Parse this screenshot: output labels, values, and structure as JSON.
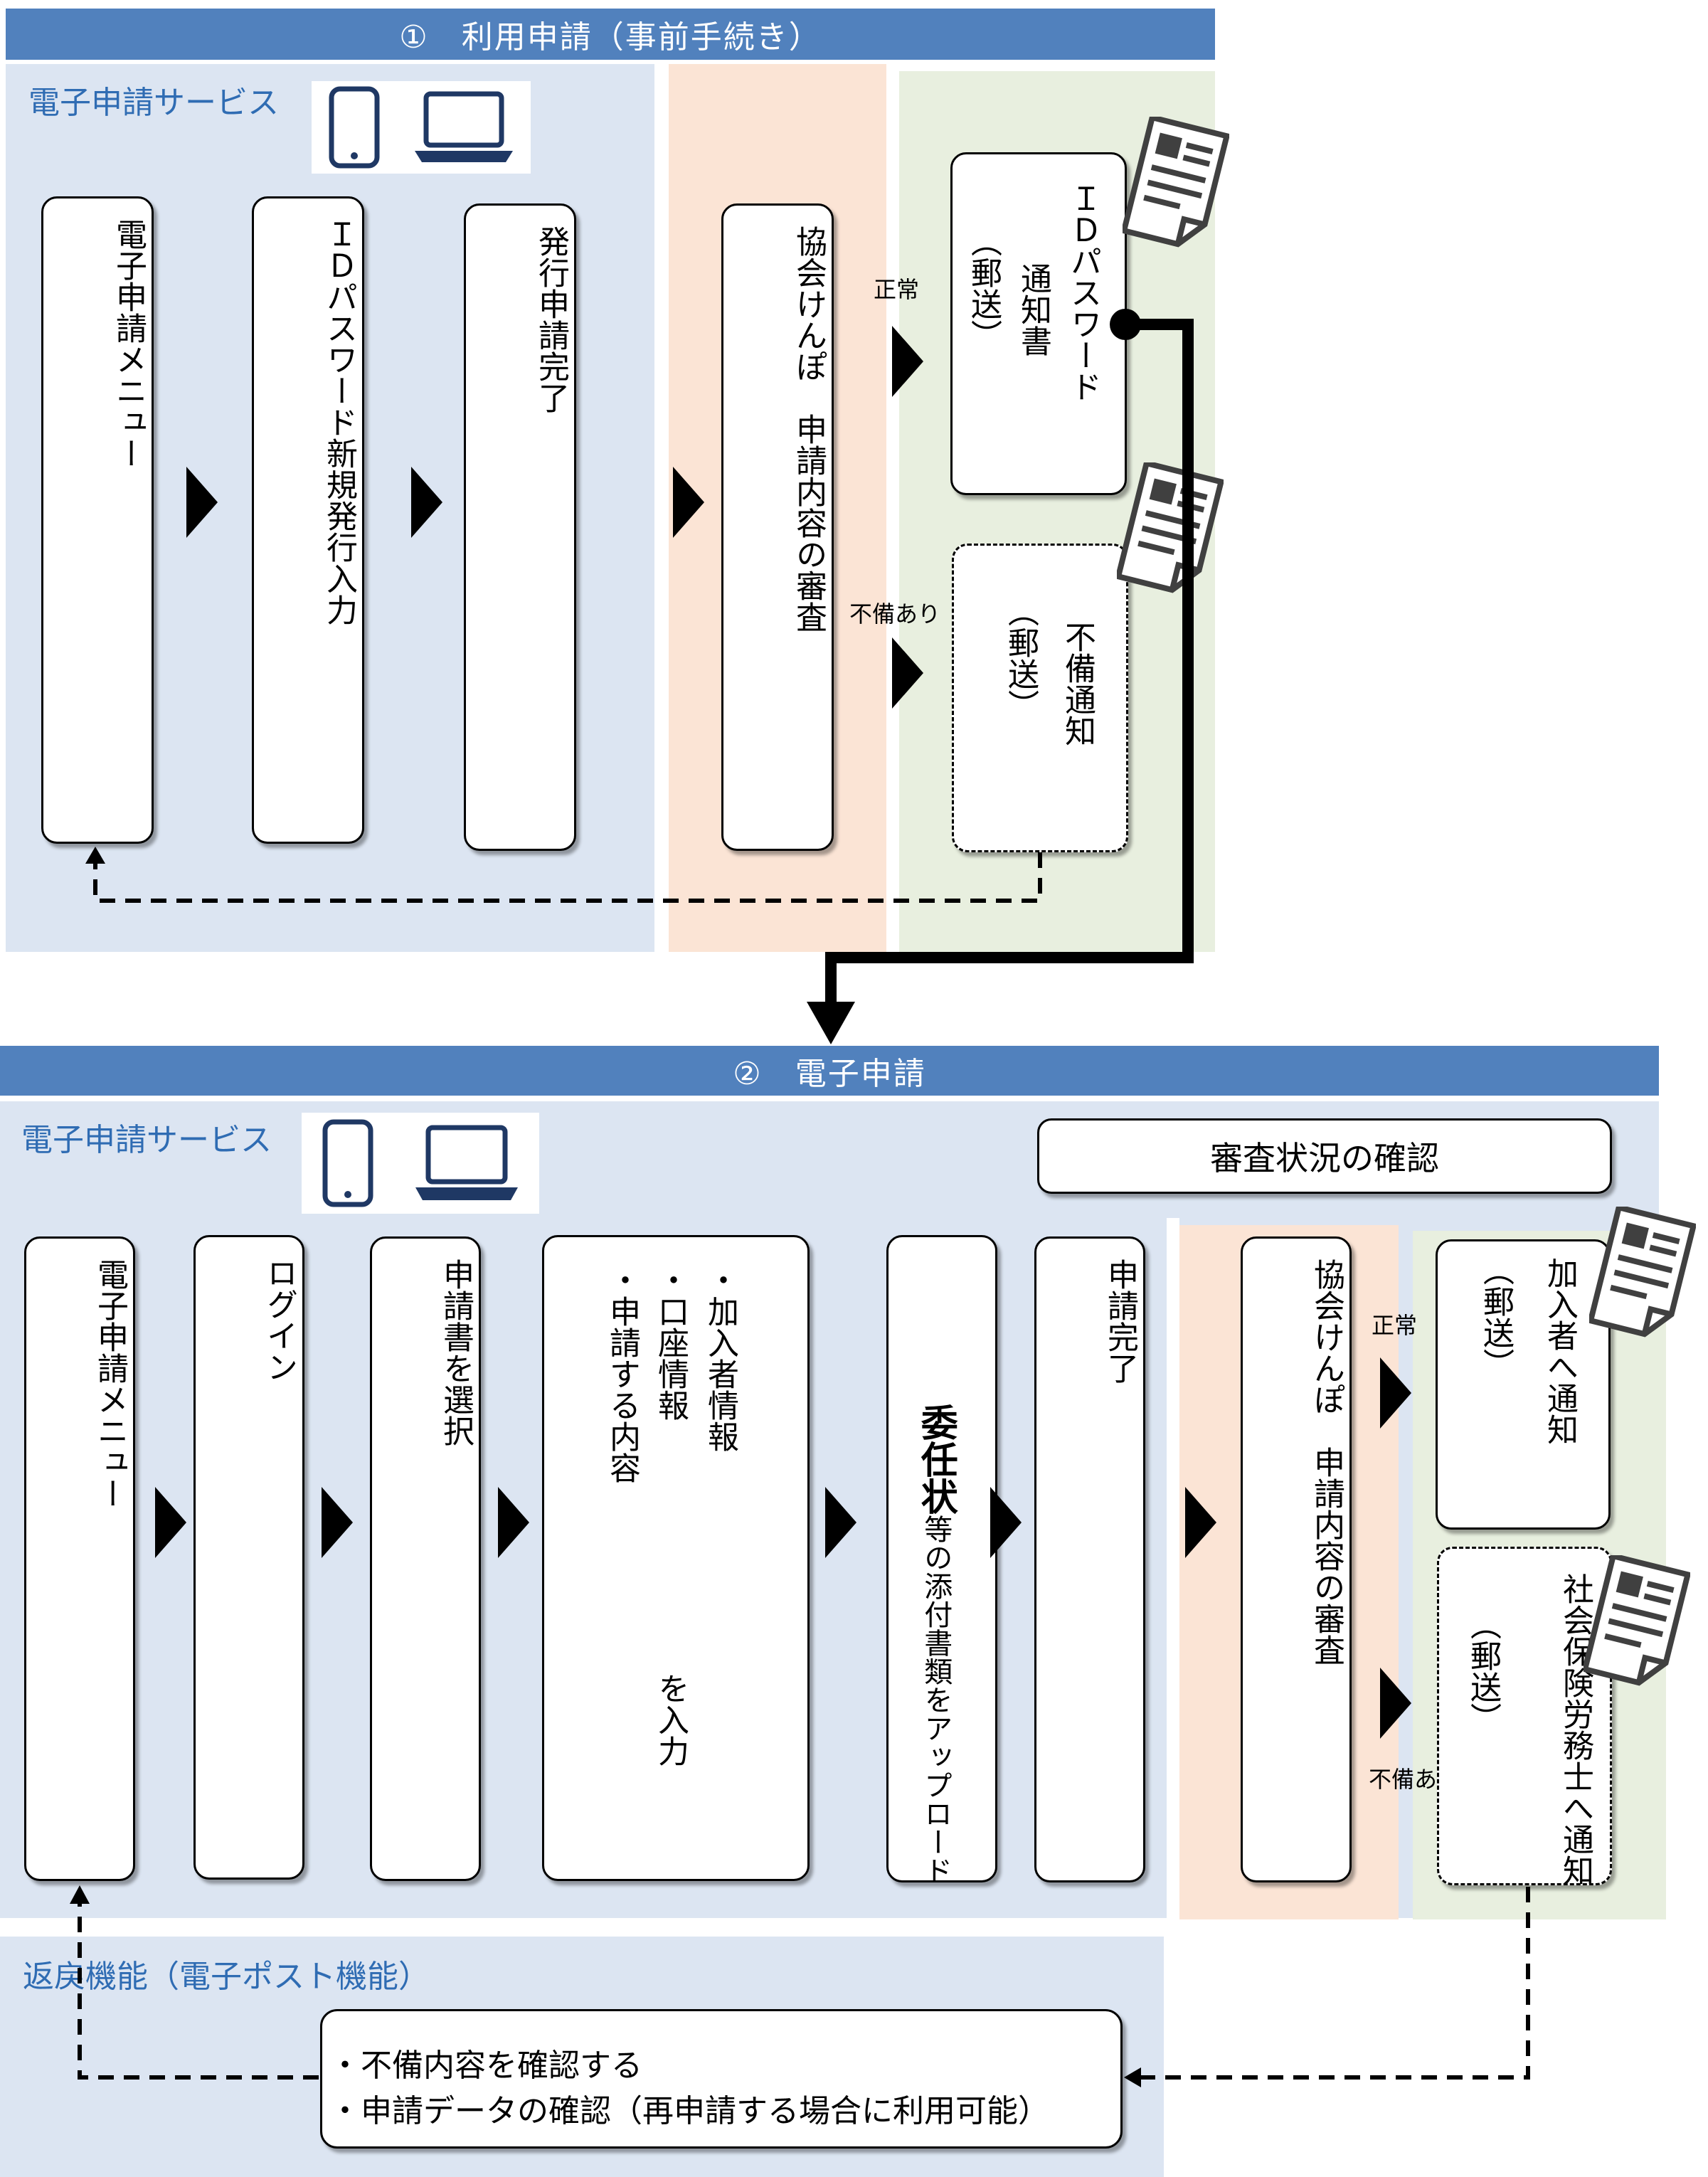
{
  "section1": {
    "header": "①　利用申請（事前手続き）",
    "service_label": "電子申請サービス",
    "boxes": {
      "menu": "電子申請メニュー",
      "id_input": "ＩＤパスワード新規発行入力",
      "issue_done": "発行申請完了",
      "review": "協会けんぽ　申請内容の審査",
      "id_notice_main": "ＩＤパスワード",
      "id_notice_sub": "通知書",
      "id_notice_mail": "（郵送）",
      "defect_main": "不備通知",
      "defect_mail": "（郵送）"
    },
    "label_normal": "正常",
    "label_defect": "不備あり"
  },
  "section2": {
    "header": "②　電子申請",
    "service_label": "電子申請サービス",
    "status_button": "審査状況の確認",
    "boxes": {
      "menu": "電子申請メニュー",
      "login": "ログイン",
      "select_form": "申請書を選択",
      "input_col1": "・加入者情報",
      "input_col2": "・口座情報",
      "input_col3": "・申請する内容",
      "input_tail": "を入力",
      "upload_bold": "委任状",
      "upload_rest": "等の添付書類をアップロード",
      "apply_done": "申請完了",
      "review": "協会けんぽ　申請内容の審査",
      "member_notice": "加入者へ通知",
      "member_mail": "（郵送）",
      "sharoshi_notice": "社会保険労務士へ通知",
      "sharoshi_mail": "（郵送）"
    },
    "label_normal": "正常",
    "label_defect": "不備あり",
    "return_label": "返戻機能（電子ポスト機能）",
    "return_items": [
      "・不備内容を確認する",
      "・申請データの確認（再申請する場合に利用可能）"
    ]
  },
  "colors": {
    "header": "#5181bd",
    "blue_bg": "#dce5f2",
    "peach_bg": "#fbe4d5",
    "green_bg": "#e8efdf",
    "label_blue": "#2f6cb3"
  }
}
